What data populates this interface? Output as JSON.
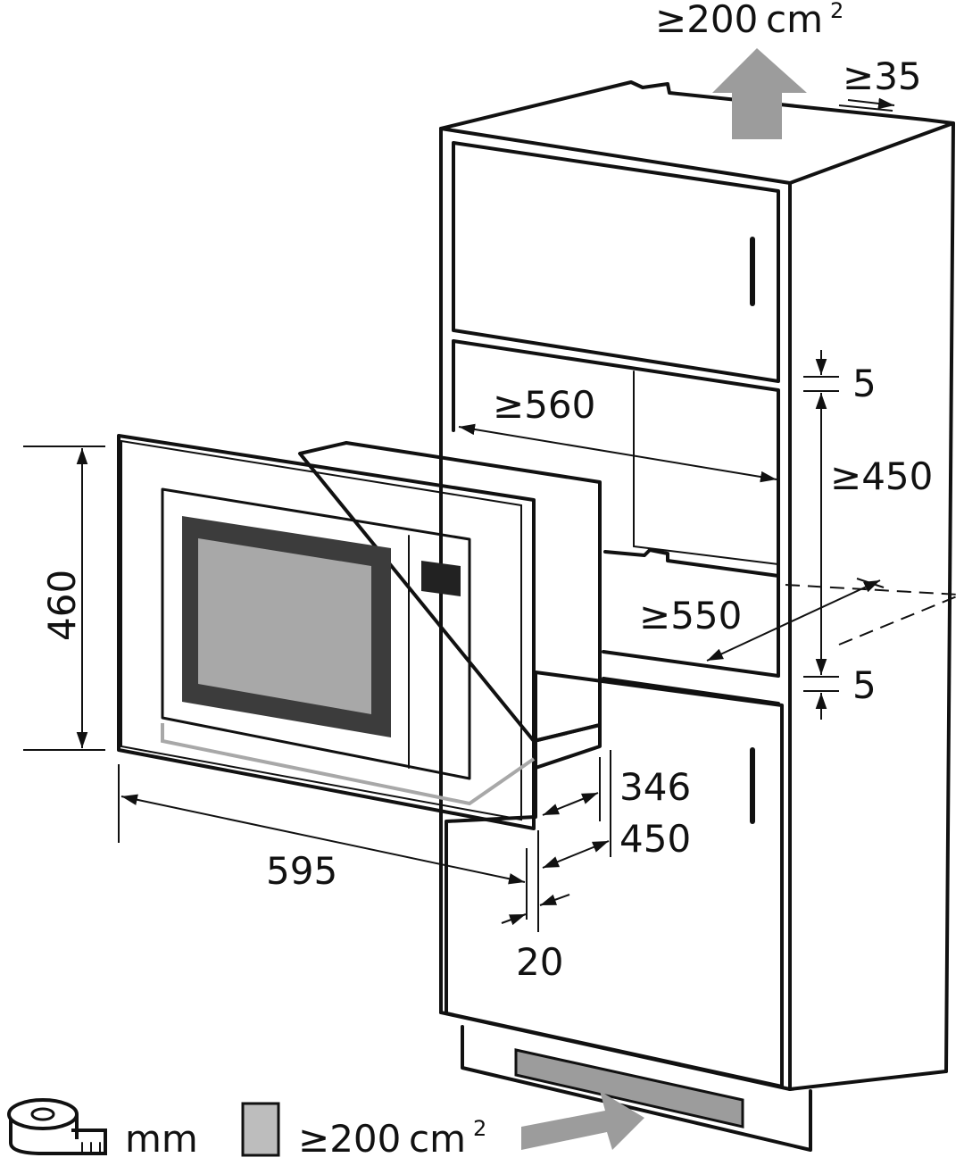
{
  "dimensions": {
    "vent_top": "≥200",
    "vent_top_unit": "cm",
    "vent_top_sup": "2",
    "top_gap": "≥35",
    "niche_width": "≥560",
    "gap_top": "5",
    "niche_height": "≥450",
    "niche_depth": "≥550",
    "gap_bottom": "5",
    "height": "460",
    "width": "595",
    "depth_1": "346",
    "depth_2": "450",
    "frame_depth": "20"
  },
  "legend": {
    "unit_label": "mm",
    "vent_label": "≥200",
    "vent_unit": "cm",
    "vent_sup": "2"
  },
  "colors": {
    "line": "#111111",
    "vent_arrow": "#9c9c9c",
    "oven_window_dark": "#3c3c3c",
    "oven_window_light": "#a8a8a8",
    "display": "#222222"
  }
}
